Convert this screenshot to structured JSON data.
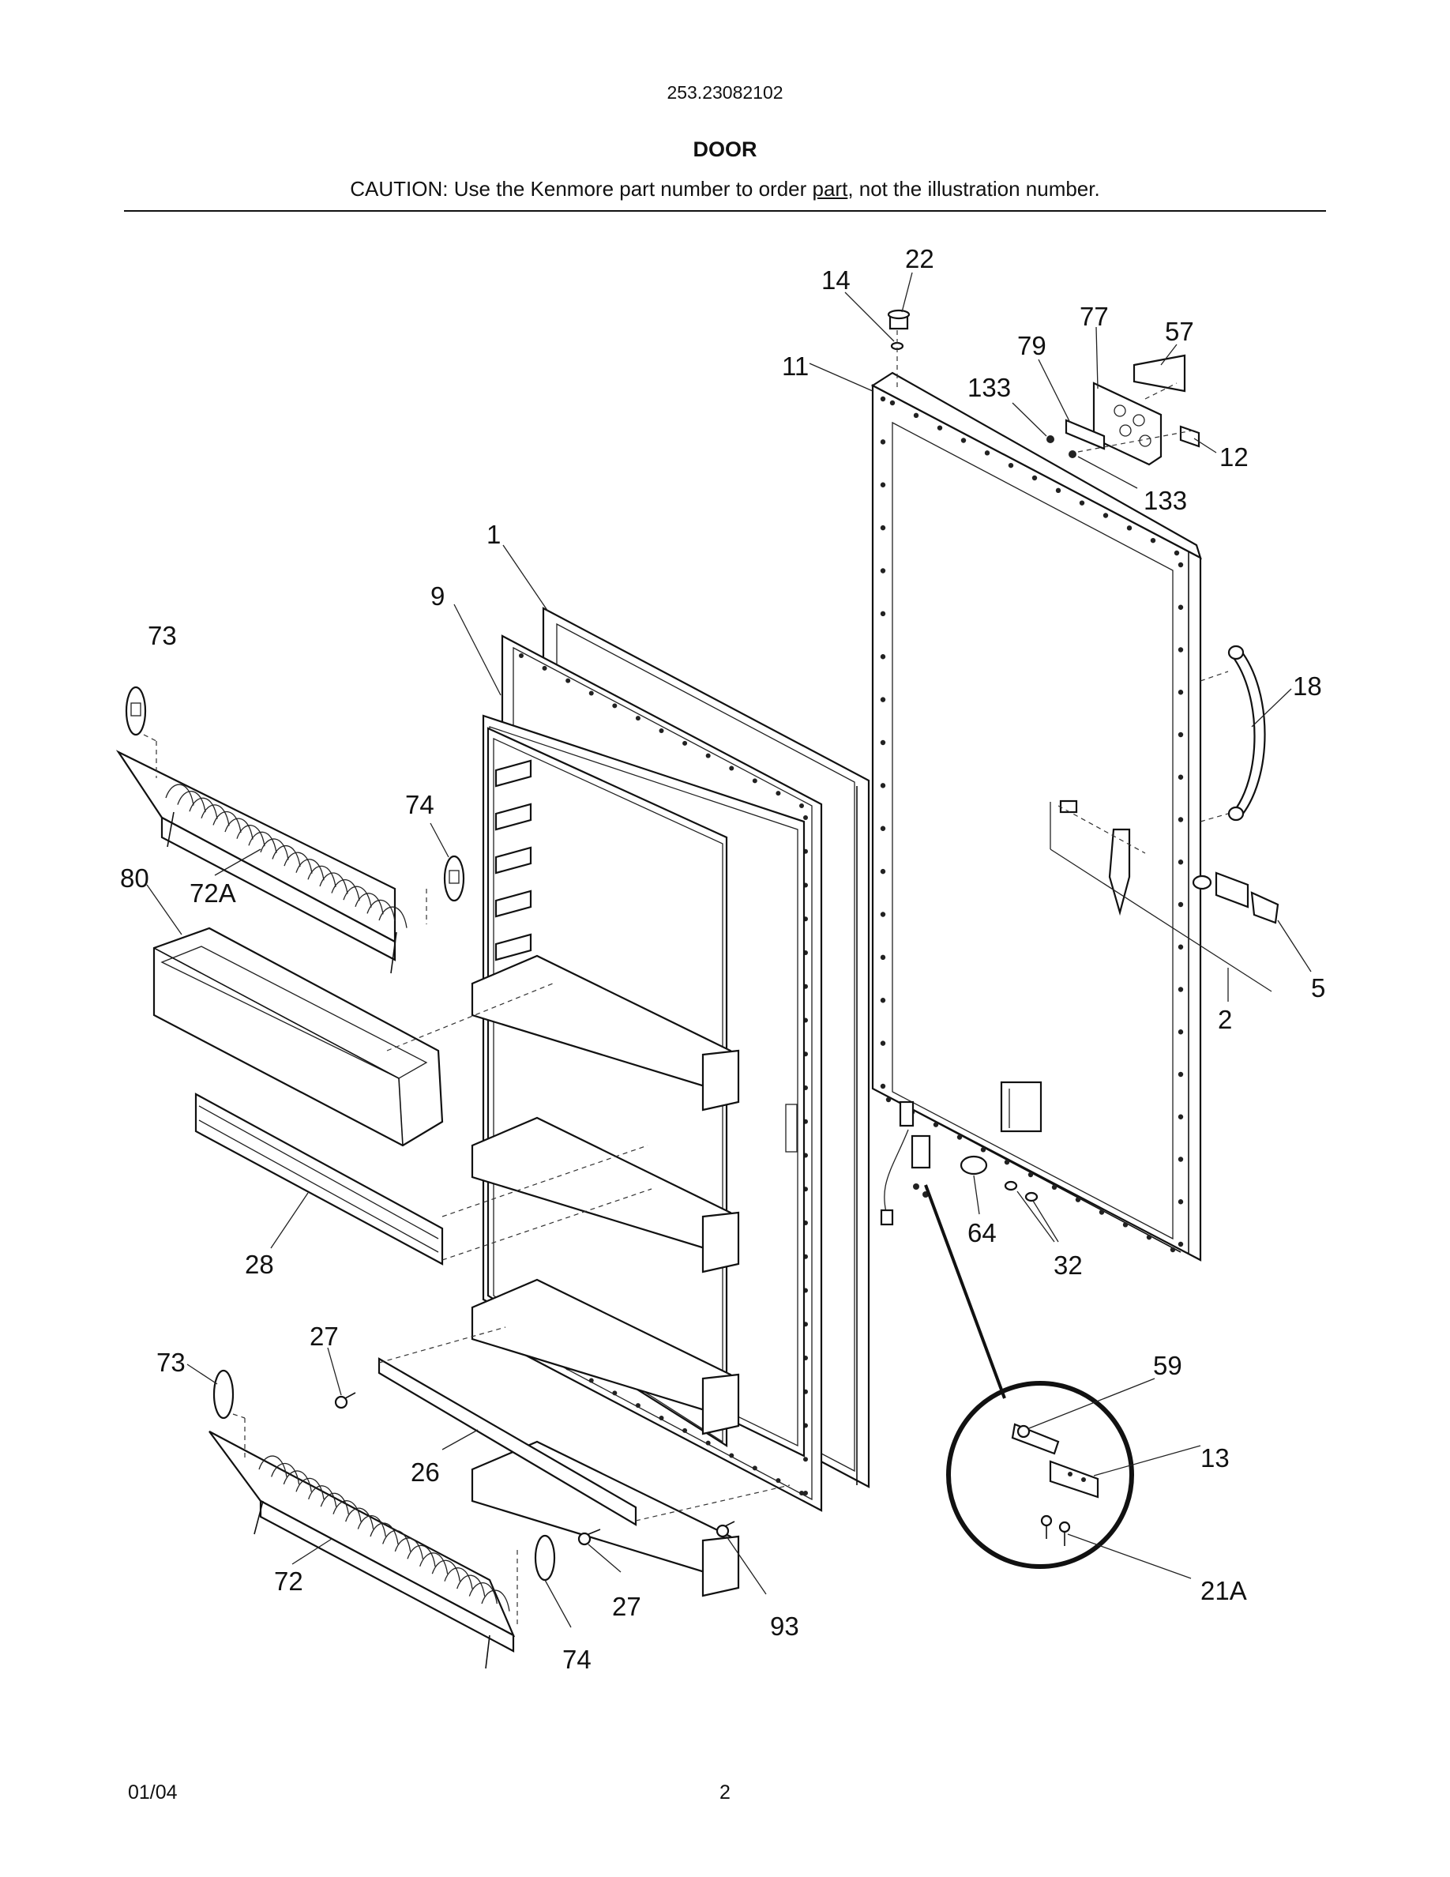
{
  "header": {
    "model_number": "253.23082102",
    "title": "DOOR",
    "caution_before": "CAUTION: Use the Kenmore part number to order ",
    "caution_underlined": "part",
    "caution_after": ", not the illustration number."
  },
  "footer": {
    "date": "01/04",
    "page_number": "2"
  },
  "callouts": [
    "22",
    "14",
    "11",
    "77",
    "57",
    "79",
    "133",
    "12",
    "133",
    "1",
    "9",
    "73",
    "18",
    "74",
    "80",
    "72A",
    "5",
    "2",
    "28",
    "64",
    "32",
    "27",
    "73",
    "59",
    "13",
    "26",
    "72",
    "27",
    "21A",
    "93",
    "74"
  ]
}
